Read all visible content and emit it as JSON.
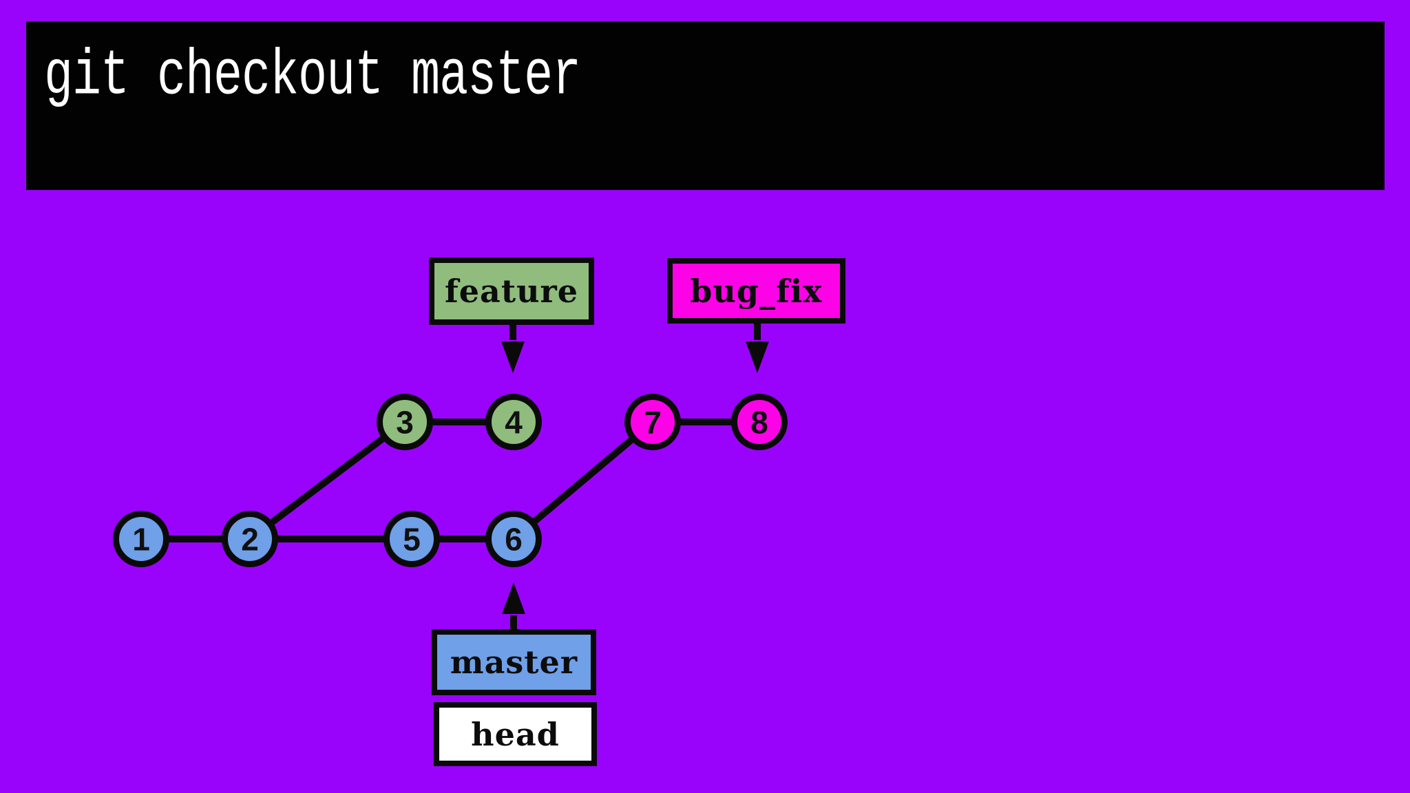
{
  "terminal": {
    "command": "git checkout master"
  },
  "colors": {
    "background": "#9903FB",
    "terminal_bg": "#020202",
    "terminal_text": "#FFFFFF",
    "outline": "#0A0A0A",
    "main_branch": "#6FA0E8",
    "feature_branch": "#90BC7E",
    "bugfix_branch": "#FB02E7",
    "head_box_bg": "#FFFFFF",
    "label_text": "#0C0C0C",
    "node_number_text": "#101010"
  },
  "diagram": {
    "nodes": [
      {
        "id": "1",
        "label": "1",
        "branch": "main"
      },
      {
        "id": "2",
        "label": "2",
        "branch": "main"
      },
      {
        "id": "3",
        "label": "3",
        "branch": "feature"
      },
      {
        "id": "4",
        "label": "4",
        "branch": "feature"
      },
      {
        "id": "5",
        "label": "5",
        "branch": "main"
      },
      {
        "id": "6",
        "label": "6",
        "branch": "main"
      },
      {
        "id": "7",
        "label": "7",
        "branch": "bugfix"
      },
      {
        "id": "8",
        "label": "8",
        "branch": "bugfix"
      }
    ],
    "edges": [
      [
        "1",
        "2"
      ],
      [
        "2",
        "5"
      ],
      [
        "5",
        "6"
      ],
      [
        "2",
        "3"
      ],
      [
        "3",
        "4"
      ],
      [
        "6",
        "7"
      ],
      [
        "7",
        "8"
      ]
    ],
    "branch_labels": [
      {
        "id": "feature",
        "text": "feature",
        "branch": "feature",
        "points_to": "4",
        "arrow_direction": "down"
      },
      {
        "id": "bug_fix",
        "text": "bug_fix",
        "branch": "bugfix",
        "points_to": "8",
        "arrow_direction": "down"
      },
      {
        "id": "master",
        "text": "master",
        "branch": "main",
        "points_to": "6",
        "arrow_direction": "up"
      },
      {
        "id": "head",
        "text": "head",
        "branch": "head",
        "points_to": "master",
        "arrow_direction": "none"
      }
    ]
  }
}
